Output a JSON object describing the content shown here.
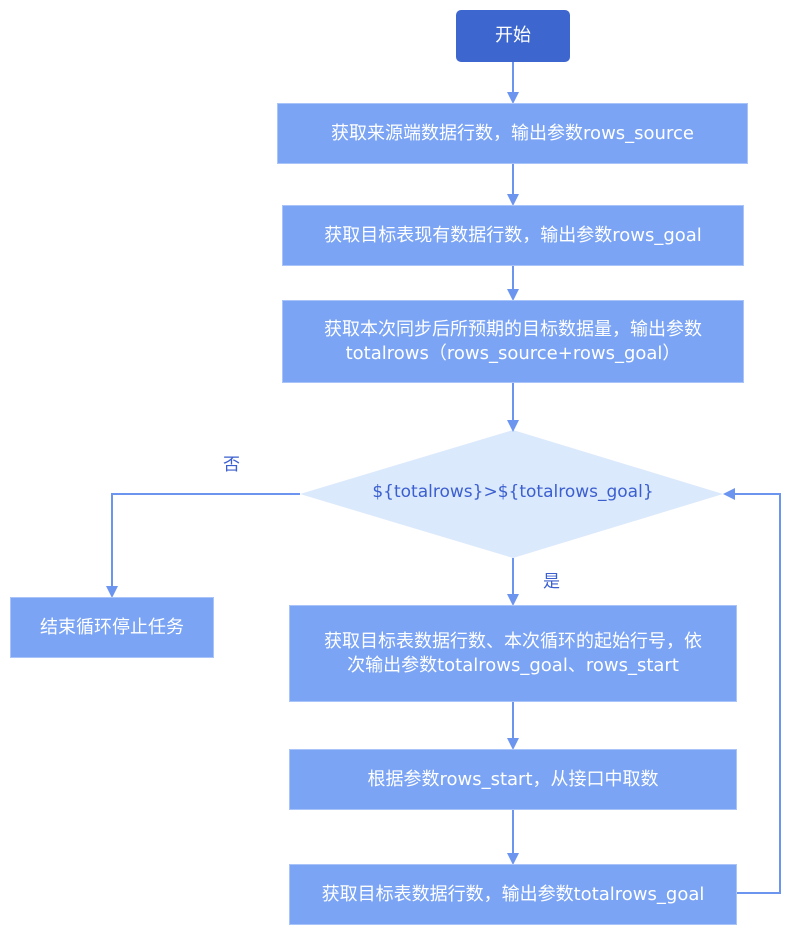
{
  "colors": {
    "start_fill": "#3d66cf",
    "process_fill": "#7ba4f4",
    "decision_fill": "#dbe9fc",
    "edge": "#6c95f0",
    "label_text": "#3b5fcf"
  },
  "nodes": {
    "start": "开始",
    "get_source_rows": "获取来源端数据行数，输出参数rows_source",
    "get_goal_rows": "获取目标表现有数据行数，输出参数rows_goal",
    "get_total_rows_line1": "获取本次同步后所预期的目标数据量，输出参数",
    "get_total_rows_line2": "totalrows（rows_source+rows_goal）",
    "decision": "${totalrows}>${totalrows_goal}",
    "end_loop": "结束循环停止任务",
    "get_loop_start_line1": "获取目标表数据行数、本次循环的起始行号，依",
    "get_loop_start_line2": "次输出参数totalrows_goal、rows_start",
    "fetch_from_api": "根据参数rows_start，从接口中取数",
    "get_goal_total": "获取目标表数据行数，输出参数totalrows_goal"
  },
  "edge_labels": {
    "no": "否",
    "yes": "是"
  }
}
